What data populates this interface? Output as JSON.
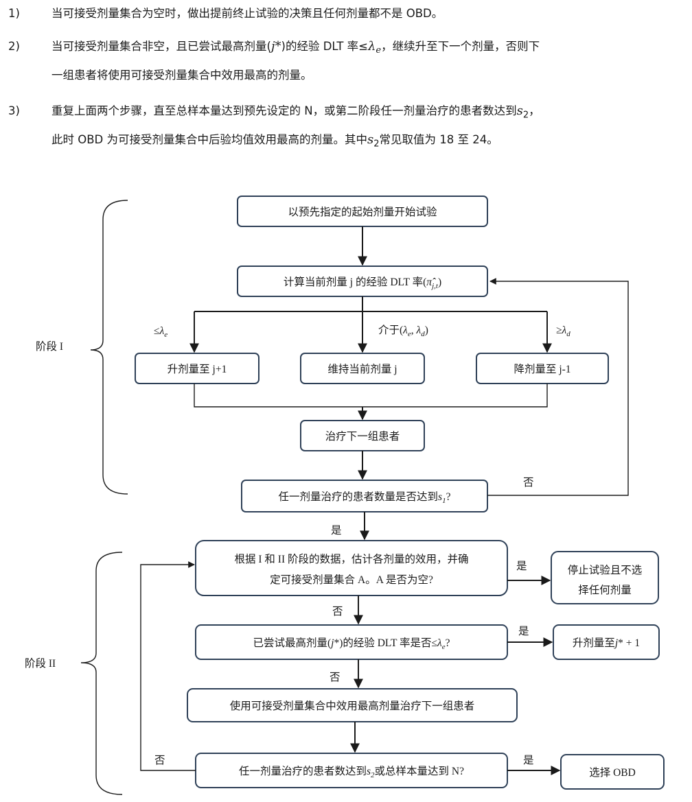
{
  "steps": [
    {
      "num": "1)",
      "line1": "当可接受剂量集合为空时，做出提前终止试验的决策且任何剂量都不是 OBD。"
    },
    {
      "num": "2)",
      "line1_a": "当可接受剂量集合非空，且已尝试最高剂量(",
      "line1_math": "j*",
      "line1_b": ")的经验 DLT 率≤",
      "line1_math2": "λ",
      "line1_sub": "e",
      "line1_c": "，继续升至下一个剂量，否则下",
      "line2": "一组患者将使用可接受剂量集合中效用最高的剂量。"
    },
    {
      "num": "3)",
      "line1_a": "重复上面两个步骤，直至总样本量达到预先设定的 N，或第二阶段任一剂量治疗的患者数达到",
      "line1_math": "s",
      "line1_sub": "2",
      "line1_c": "，",
      "line2_a": "此时 OBD 为可接受剂量集合中后验均值效用最高的剂量。其中",
      "line2_math": "s",
      "line2_sub": "2",
      "line2_b": "常见取值为 18 至 24。"
    }
  ],
  "phases": {
    "phase1": "阶段 I",
    "phase2": "阶段 II"
  },
  "boxes": {
    "start": "以预先指定的起始剂量开始试验",
    "calc_a": "计算当前剂量 j 的经验 DLT 率(",
    "calc_math": "π̂",
    "calc_sub": "j,t",
    "calc_b": ")",
    "up": "升剂量至 j+1",
    "stay": "维持当前剂量 j",
    "down": "降剂量至 j-1",
    "treat": "治疗下一组患者",
    "check_s1_a": "任一剂量治疗的患者数量是否达到",
    "check_s1_math": "s",
    "check_s1_sub": "1",
    "check_s1_b": "?",
    "estimate_l1": "根据 I 和 II 阶段的数据，估计各剂量的效用，并确",
    "estimate_l2": "定可接受剂量集合 A。A 是否为空?",
    "stop_l1": "停止试验且不选",
    "stop_l2": "择任何剂量",
    "highest_a": "已尝试最高剂量(",
    "highest_math": "j",
    "highest_b": "*)的经验 DLT 率是否≤",
    "highest_math2": "λ",
    "highest_sub": "e",
    "highest_c": "?",
    "up_star_a": "升剂量至",
    "up_star_math": "j",
    "up_star_b": "* + 1",
    "best": "使用可接受剂量集合中效用最高剂量治疗下一组患者",
    "final_a": "任一剂量治疗的患者数达到",
    "final_math": "s",
    "final_sub": "2",
    "final_b": "或总样本量达到 N?",
    "select": "选择 OBD"
  },
  "labels": {
    "le_a": "≤",
    "le_math": "λ",
    "le_sub": "e",
    "mid_a": "介于(",
    "mid_m1": "λ",
    "mid_s1": "e",
    "mid_comma": ", ",
    "mid_m2": "λ",
    "mid_s2": "d",
    "mid_b": ")",
    "ge_a": "≥",
    "ge_math": "λ",
    "ge_sub": "d",
    "no": "否",
    "yes": "是"
  }
}
